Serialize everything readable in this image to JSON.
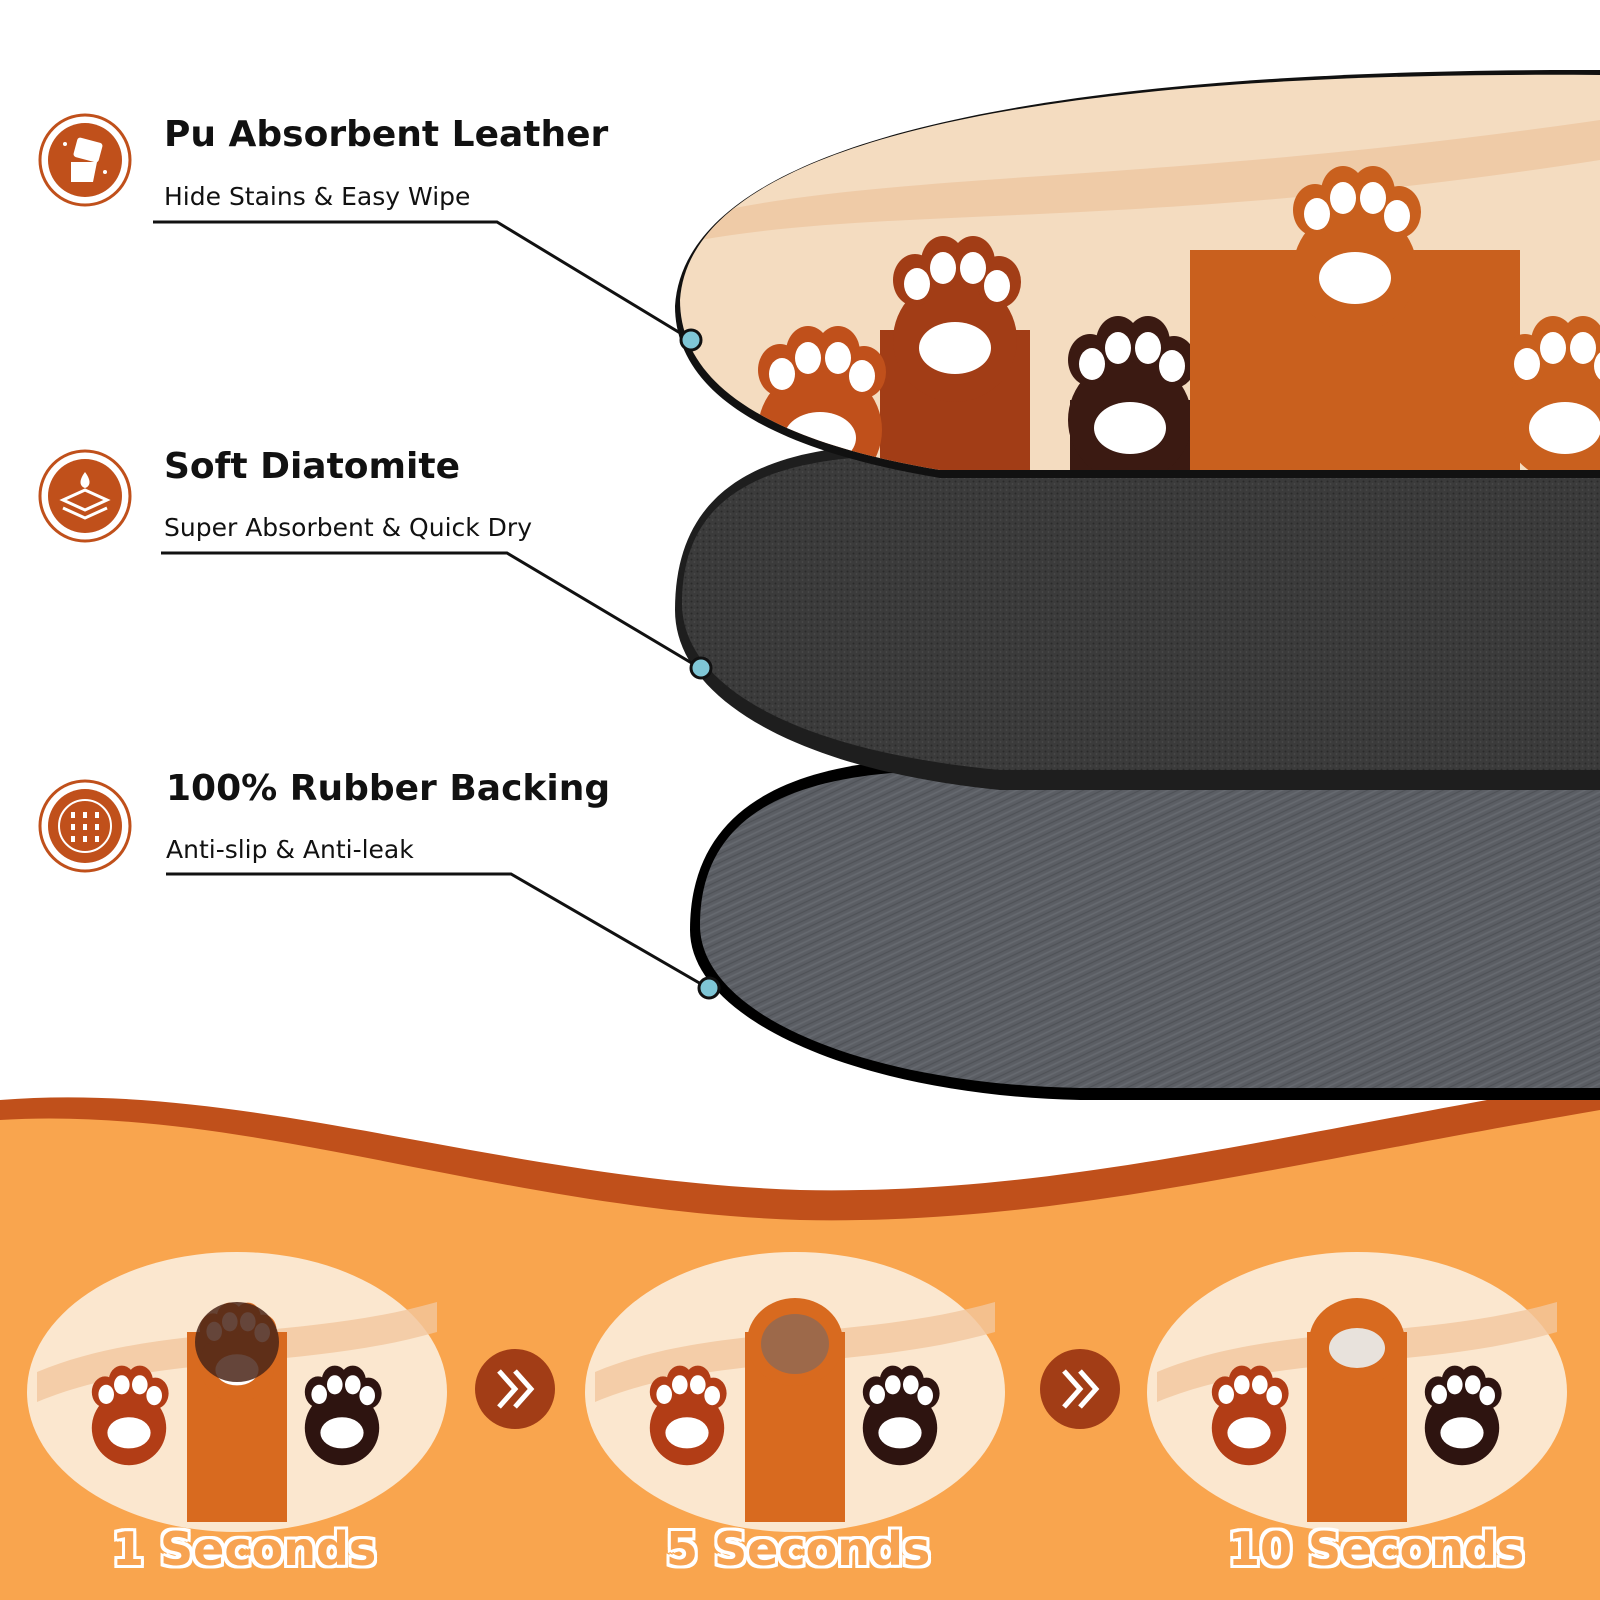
{
  "features": [
    {
      "title": "Pu Absorbent Leather",
      "subtitle": "Hide Stains & Easy Wipe",
      "icon": "hand-wipe-icon"
    },
    {
      "title": "Soft Diatomite",
      "subtitle": "Super Absorbent & Quick Dry",
      "icon": "layers-droplet-icon"
    },
    {
      "title": "100% Rubber Backing",
      "subtitle": "Anti-slip & Anti-leak",
      "icon": "anti-slip-dots-icon"
    }
  ],
  "steps": [
    {
      "label": "1 Seconds"
    },
    {
      "label": "5 Seconds"
    },
    {
      "label": "10 Seconds"
    }
  ],
  "colors": {
    "accent": "#c0501b",
    "accent_dark": "#a23d16",
    "orange_band": "#f9a54e",
    "mat_beige": "#f4dcc0",
    "diatomite": "#3a3a3a",
    "rubber": "#5a5d63",
    "pointer_dot": "#7fc6d6"
  }
}
